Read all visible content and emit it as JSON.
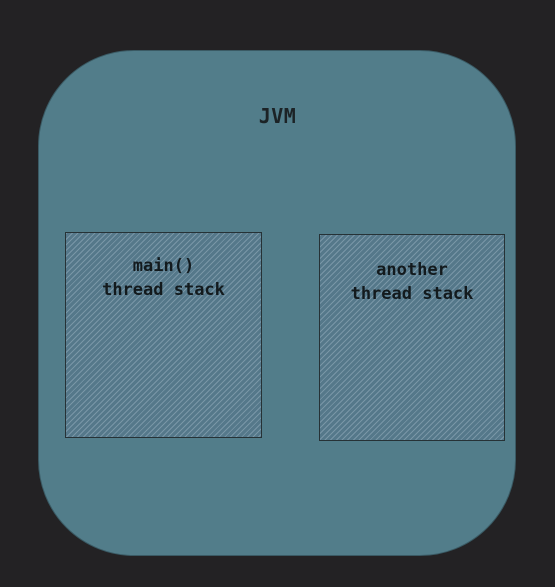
{
  "diagram": {
    "container": {
      "label": "JVM",
      "fill": "#527d8a"
    },
    "stacks": [
      {
        "line1": "main()",
        "line2": "thread stack"
      },
      {
        "line1": "another",
        "line2": "thread stack"
      }
    ],
    "colors": {
      "background": "#232224",
      "hatch": "#96afbe",
      "text": "#131a1d"
    }
  }
}
